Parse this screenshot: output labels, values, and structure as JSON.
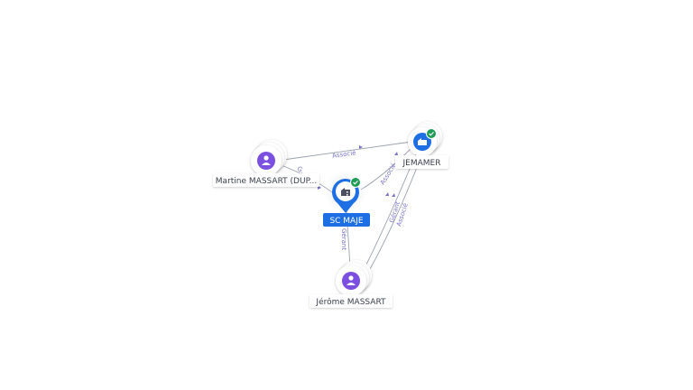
{
  "colors": {
    "edge": "#9aa0ad",
    "edge_label": "#7b74c9",
    "person": "#7b4fe0",
    "company": "#1e6fe3",
    "check": "#1f9d55"
  },
  "nodes": {
    "martine": {
      "label": "Martine MASSART (DUP...",
      "kind": "person",
      "icon": "person-icon"
    },
    "jemamer": {
      "label": "JEMAMER",
      "kind": "company",
      "icon": "building-icon",
      "verified": true
    },
    "scmaje": {
      "label": "SC MAJE",
      "kind": "company",
      "icon": "building-icon",
      "verified": true,
      "focus": true
    },
    "jerome": {
      "label": "Jérôme MASSART",
      "kind": "person",
      "icon": "person-icon"
    }
  },
  "edges": [
    {
      "from": "martine",
      "to": "jemamer",
      "label": "Associé"
    },
    {
      "from": "martine",
      "to": "scmaje",
      "label": "G..."
    },
    {
      "from": "scmaje",
      "to": "jemamer",
      "label": "Associé"
    },
    {
      "from": "jerome",
      "to": "scmaje",
      "label": "Gérant"
    },
    {
      "from": "jerome",
      "to": "jemamer",
      "label": "Gérant"
    },
    {
      "from": "jerome",
      "to": "jemamer",
      "label": "Associé"
    }
  ]
}
